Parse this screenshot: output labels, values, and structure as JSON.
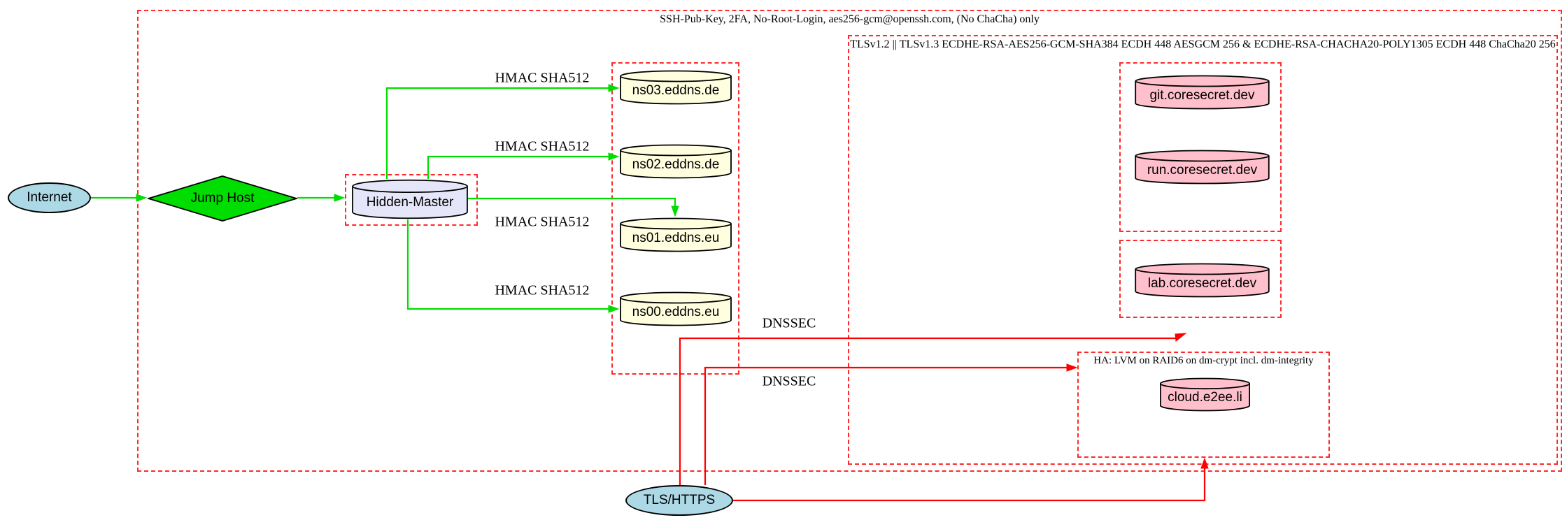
{
  "diagram": {
    "type": "network-security-diagram",
    "nodes": {
      "internet": {
        "label": "Internet",
        "shape": "ellipse",
        "fill": "#add8e6"
      },
      "jump_host": {
        "label": "Jump Host",
        "shape": "diamond",
        "fill": "#00dd00"
      },
      "hidden_master": {
        "label": "Hidden-Master",
        "shape": "cylinder",
        "fill": "#e6e6fa"
      },
      "ns03": {
        "label": "ns03.eddns.de",
        "shape": "cylinder",
        "fill": "#ffffe0"
      },
      "ns02": {
        "label": "ns02.eddns.de",
        "shape": "cylinder",
        "fill": "#ffffe0"
      },
      "ns01": {
        "label": "ns01.eddns.eu",
        "shape": "cylinder",
        "fill": "#ffffe0"
      },
      "ns00": {
        "label": "ns00.eddns.eu",
        "shape": "cylinder",
        "fill": "#ffffe0"
      },
      "git": {
        "label": "git.coresecret.dev",
        "shape": "cylinder",
        "fill": "#ffc0cb"
      },
      "run": {
        "label": "run.coresecret.dev",
        "shape": "cylinder",
        "fill": "#ffc0cb"
      },
      "lab": {
        "label": "lab.coresecret.dev",
        "shape": "cylinder",
        "fill": "#ffc0cb"
      },
      "cloud": {
        "label": "cloud.e2ee.li",
        "shape": "cylinder",
        "fill": "#ffc0cb"
      },
      "tls_https": {
        "label": "TLS/HTTPS",
        "shape": "ellipse",
        "fill": "#add8e6"
      }
    },
    "clusters": {
      "ssh": {
        "label": "SSH-Pub-Key, 2FA, No-Root-Login, aes256-gcm@openssh.com, (No ChaCha) only"
      },
      "tls": {
        "label": "TLSv1.2 || TLSv1.3 ECDHE-RSA-AES256-GCM-SHA384 ECDH 448 AESGCM 256 & ECDHE-RSA-CHACHA20-POLY1305 ECDH 448 ChaCha20 256"
      },
      "ha": {
        "label": "HA: LVM on RAID6 on dm-crypt incl. dm-integrity"
      }
    },
    "edge_labels": {
      "hmac_sha512": "HMAC SHA512",
      "dnssec": "DNSSEC"
    },
    "edges": [
      {
        "from": "Internet",
        "to": "Jump Host",
        "color": "green"
      },
      {
        "from": "Jump Host",
        "to": "Hidden-Master",
        "color": "green"
      },
      {
        "from": "Hidden-Master",
        "to": "ns03.eddns.de",
        "label": "HMAC SHA512",
        "color": "green"
      },
      {
        "from": "Hidden-Master",
        "to": "ns02.eddns.de",
        "label": "HMAC SHA512",
        "color": "green"
      },
      {
        "from": "Hidden-Master",
        "to": "ns01.eddns.eu",
        "label": "HMAC SHA512",
        "color": "green"
      },
      {
        "from": "Hidden-Master",
        "to": "ns00.eddns.eu",
        "label": "HMAC SHA512",
        "color": "green"
      },
      {
        "from": "TLS/HTTPS",
        "to": "lab-cluster",
        "label": "DNSSEC",
        "color": "red"
      },
      {
        "from": "TLS/HTTPS",
        "to": "ha-cluster",
        "label": "DNSSEC",
        "color": "red"
      },
      {
        "from": "TLS/HTTPS",
        "to": "ha-cluster-bottom",
        "color": "red"
      }
    ],
    "colors": {
      "node_blue": "#add8e6",
      "node_green": "#00dd00",
      "node_lavender": "#e6e6fa",
      "node_yellow": "#ffffe0",
      "node_pink": "#ffc0cb",
      "edge_green": "#00dd00",
      "edge_red": "#ff0000",
      "cluster_border_red": "#ff2a2a"
    }
  }
}
